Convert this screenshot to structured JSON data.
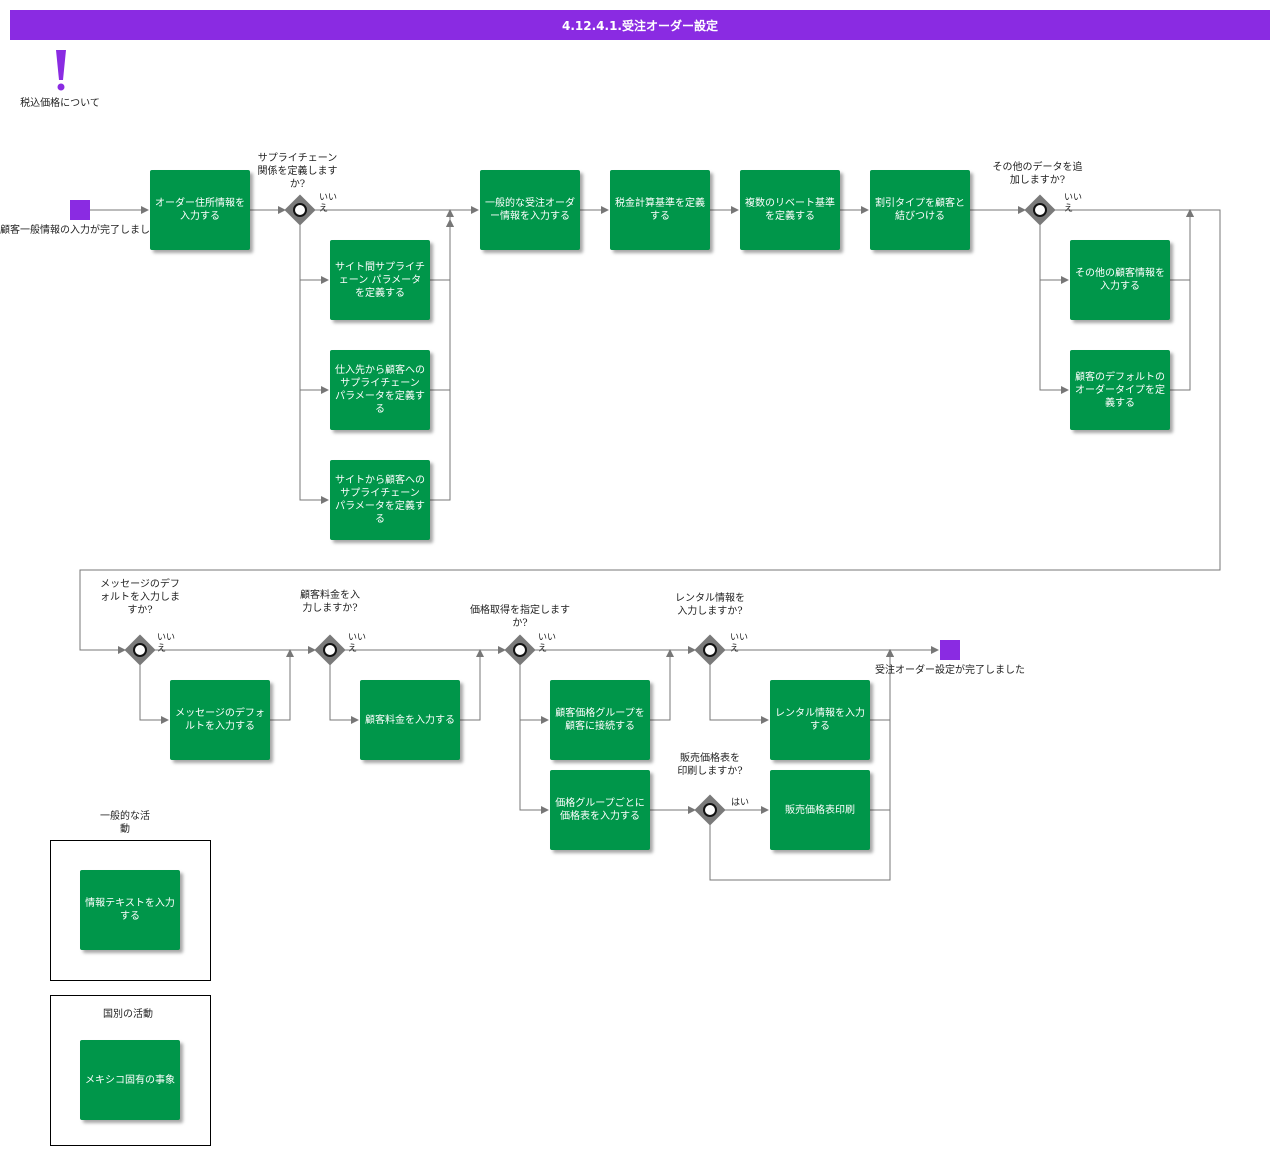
{
  "title": "4.12.4.1.受注オーダー設定",
  "colors": {
    "header": "#8a2be2",
    "task": "#00964a",
    "event": "#8a2be2",
    "gateway": "#7a7a7a",
    "connector": "#777777"
  },
  "warning": {
    "icon": "exclamation-icon",
    "text": "税込価格について"
  },
  "events": {
    "start": "顧客一般情報の入力が完了しました",
    "end": "受注オーダー設定が完了しました"
  },
  "tasks": {
    "enter_order_address": "オーダー住所情報を入力する",
    "site_supply_chain": "サイト間サプライチェーン パラメータを定義する",
    "vendor_customer_supply_chain": "仕入先から顧客への サプライチェーン パラメータを定義する",
    "site_customer_supply_chain": "サイトから顧客への サプライチェーン パラメータを定義する",
    "general_order_info": "一般的な受注オーダー情報を入力する",
    "tax_basis": "税金計算基準を定義する",
    "multiple_rebates": "複数のリベート基準を定義する",
    "discount_type": "割引タイプを顧客と結びつける",
    "other_customer_info": "その他の顧客情報を入力する",
    "default_order_type": "顧客のデフォルトのオーダータイプを定義する",
    "message_default": "メッセージのデフォルトを入力する",
    "customer_charge": "顧客料金を入力する",
    "price_group_connect": "顧客価格グループを顧客に接続する",
    "price_table_by_group": "価格グループごとに価格表を入力する",
    "rental_info": "レンタル情報を入力する",
    "print_price_table": "販売価格表印刷",
    "legend_info_text": "情報テキストを入力する",
    "legend_mexico": "メキシコ固有の事象"
  },
  "gateways": {
    "supply_chain": "サプライチェーン関係を定義しますか?",
    "other_data": "その他のデータを追加しますか?",
    "message_default": "メッセージのデフォルトを入力しますか?",
    "customer_charge": "顧客料金を入力しますか?",
    "price_fetch": "価格取得を指定しますか?",
    "rental": "レンタル情報を入力しますか?",
    "print_price": "販売価格表を印刷しますか?"
  },
  "branch_labels": {
    "no": "いいえ",
    "yes": "はい"
  },
  "legend": {
    "general_activity": "一般的な活動",
    "country_activity": "国別の活動"
  }
}
